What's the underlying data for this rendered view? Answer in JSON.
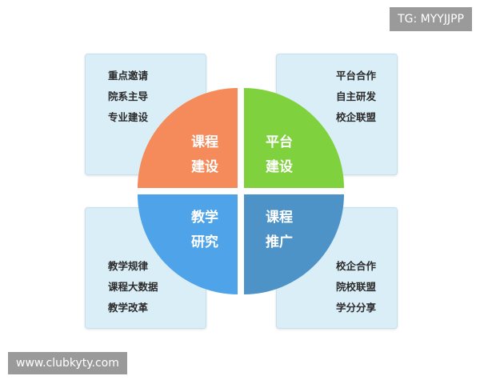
{
  "watermarks": {
    "top_right": "TG: MYYJJPP",
    "bottom_left": "www.clubkyty.com"
  },
  "colors": {
    "quadrant_top_left": "#f58b5a",
    "quadrant_top_right": "#7fd23e",
    "quadrant_bottom_left": "#4fa3e8",
    "quadrant_bottom_right": "#4d93c8",
    "card_background": "#daeef8"
  },
  "quadrants": {
    "top_left": {
      "line1": "课程",
      "line2": "建设",
      "items": [
        "重点邀请",
        "院系主导",
        "专业建设"
      ]
    },
    "top_right": {
      "line1": "平台",
      "line2": "建设",
      "items": [
        "平台合作",
        "自主研发",
        "校企联盟"
      ]
    },
    "bottom_left": {
      "line1": "教学",
      "line2": "研究",
      "items": [
        "教学规律",
        "课程大数据",
        "教学改革"
      ]
    },
    "bottom_right": {
      "line1": "课程",
      "line2": "推广",
      "items": [
        "校企合作",
        "院校联盟",
        "学分分享"
      ]
    }
  }
}
